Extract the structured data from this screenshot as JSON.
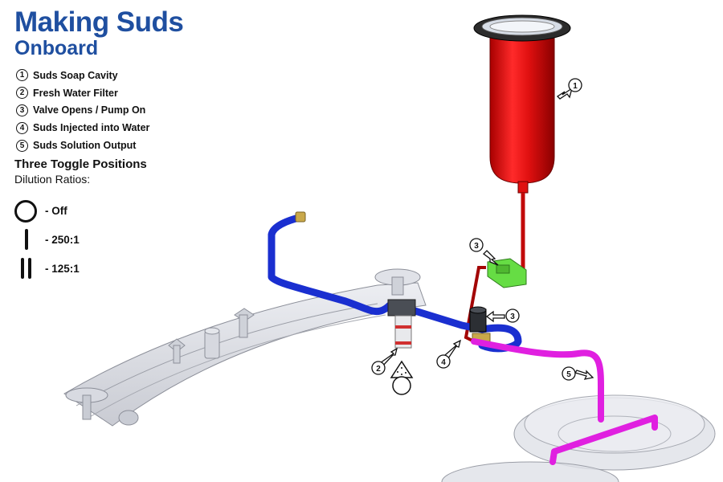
{
  "title": "Making Suds",
  "subtitle": "Onboard",
  "steps": [
    {
      "num": "1",
      "label": "Suds Soap Cavity"
    },
    {
      "num": "2",
      "label": "Fresh Water Filter"
    },
    {
      "num": "3",
      "label": "Valve Opens / Pump On"
    },
    {
      "num": "4",
      "label": "Suds Injected into Water"
    },
    {
      "num": "5",
      "label": "Suds Solution Output"
    }
  ],
  "toggle": {
    "heading": "Three Toggle Positions",
    "subheading": "Dilution Ratios:",
    "positions": [
      {
        "label": "- Off",
        "symbol": "circle"
      },
      {
        "label": "- 250:1",
        "symbol": "single-bar"
      },
      {
        "label": "- 125:1",
        "symbol": "double-bar"
      }
    ]
  },
  "callouts": [
    "1",
    "2",
    "3",
    "3",
    "4",
    "5"
  ],
  "colors": {
    "title": "#1f4fa0",
    "soap_tank": "#e01010",
    "fresh_water_line": "#1a2fd0",
    "suds_line": "#e020e0",
    "pump": "#66dd44"
  }
}
